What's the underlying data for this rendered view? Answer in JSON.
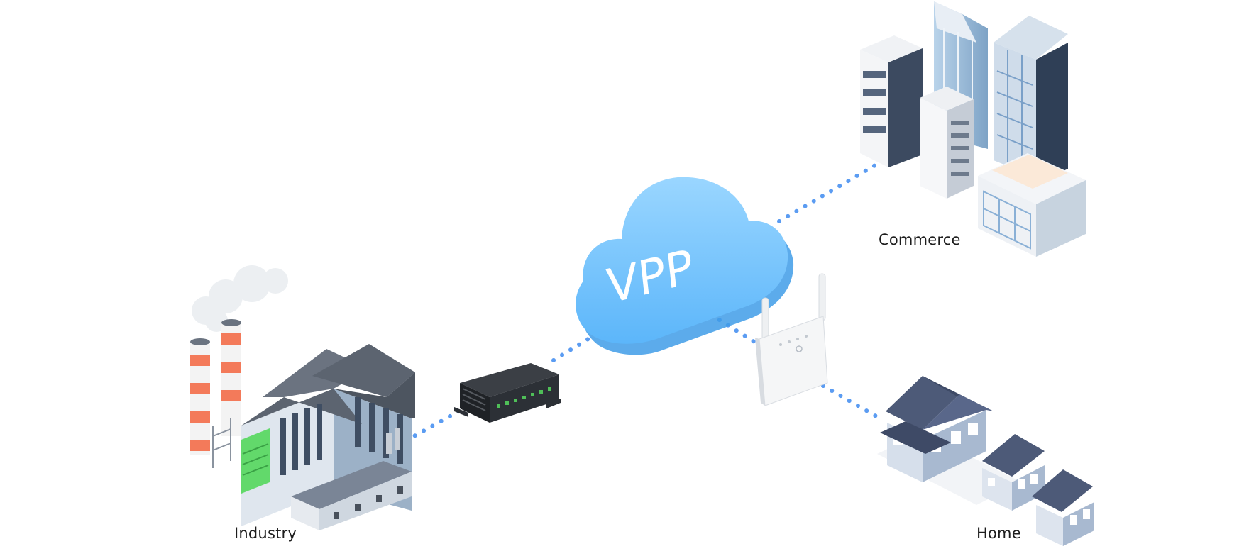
{
  "cloud": {
    "label": "VPP",
    "color_light": "#8fd0ff",
    "color_main": "#5db8fb",
    "color_shadow": "#3f9ce8"
  },
  "nodes": {
    "industry": {
      "label": "Industry"
    },
    "commerce": {
      "label": "Commerce"
    },
    "home": {
      "label": "Home"
    }
  },
  "connection": {
    "color": "#5b9cf2",
    "style": "dotted"
  },
  "devices": {
    "gateway": {
      "icon": "industrial-gateway-icon"
    },
    "router": {
      "icon": "wireless-router-icon"
    }
  }
}
